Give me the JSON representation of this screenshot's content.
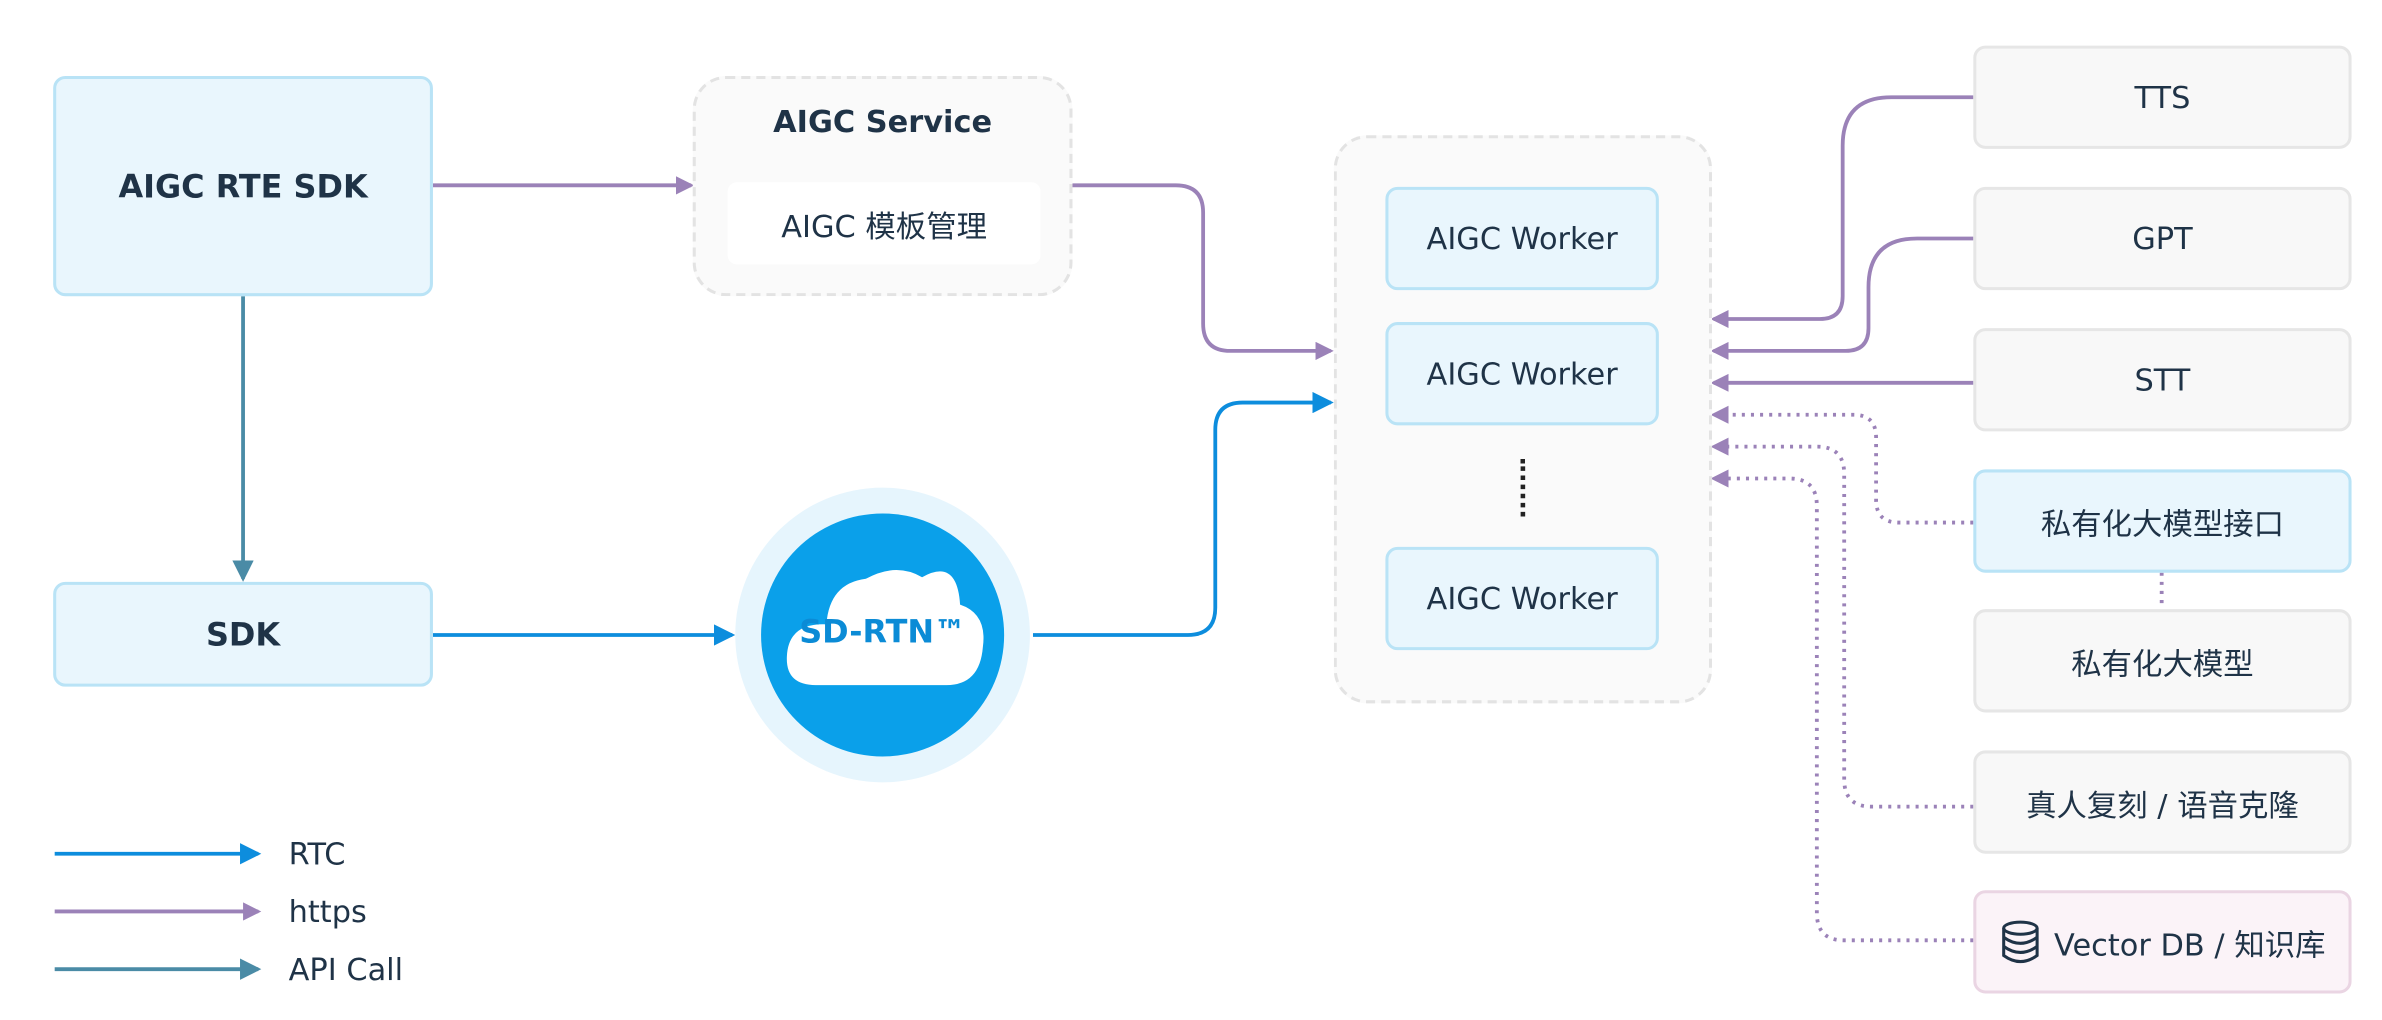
{
  "nodes": {
    "aigc_rte_sdk": "AIGC RTE SDK",
    "sdk": "SDK",
    "aigc_service": "AIGC Service",
    "template_mgmt": "AIGC 模板管理",
    "sd_rtn": "SD-RTN™",
    "workers": [
      "AIGC Worker",
      "AIGC Worker",
      "AIGC Worker"
    ],
    "tts": "TTS",
    "gpt": "GPT",
    "stt": "STT",
    "private_llm_api": "私有化大模型接口",
    "private_llm": "私有化大模型",
    "voice_clone": "真人复刻 / 语音克隆",
    "vector_db": "Vector DB / 知识库"
  },
  "legend": {
    "rtc": "RTC",
    "https": "https",
    "api_call": "API Call"
  },
  "colors": {
    "rtc": "#0d8ddd",
    "https": "#9b82b8",
    "api_call": "#4a8ba6",
    "cloud": "#0aa0ea",
    "cloud_halo": "#e6f5fd"
  }
}
